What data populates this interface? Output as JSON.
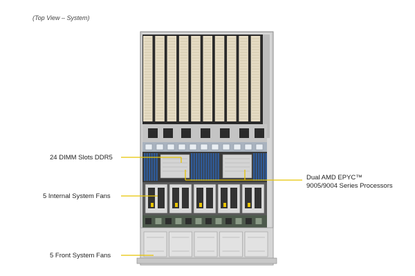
{
  "caption": "(Top View – System)",
  "callouts": {
    "dimm": "24 DIMM Slots DDR5",
    "internal_fans": "5 Internal System Fans",
    "front_fans": "5 Front System Fans",
    "cpu_line1": "Dual AMD EPYC™",
    "cpu_line2": "9005/9004 Series Processors"
  },
  "colors": {
    "leader": "#e8c300",
    "chassis": "#c9c9c9",
    "gpu_card": "#e6dcc4",
    "gpu_divider": "#1e1e1e",
    "dimm": "#2f5b9a"
  }
}
